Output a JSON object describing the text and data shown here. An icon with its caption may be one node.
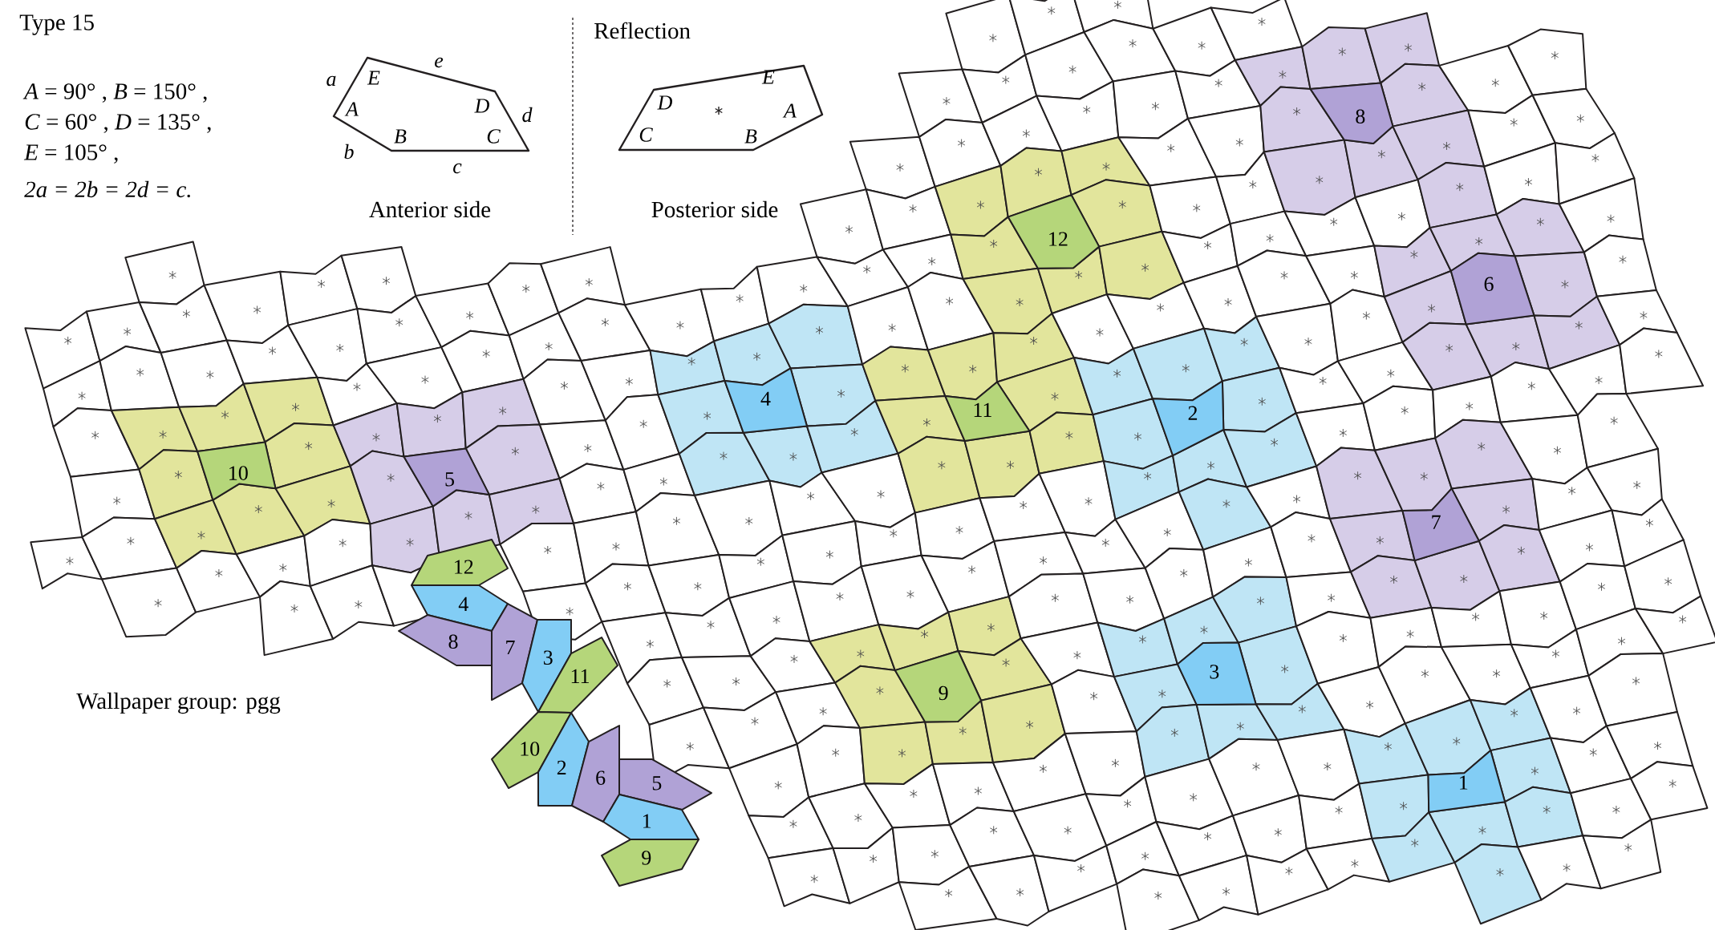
{
  "diagram": {
    "title": "Type 15",
    "nodes": [
      {
        "text": [
          "E",
          "A",
          "D",
          "B",
          "C"
        ],
        "beside": [
          "a",
          "e",
          "d",
          "b",
          "c",
          "Anterior side"
        ]
      },
      {
        "text": [
          "E",
          "D",
          "A",
          "C",
          "B"
        ],
        "beside": [
          "Posterior side"
        ]
      },
      {
        "text": [
          "8"
        ]
      },
      {
        "text": [
          "12"
        ]
      },
      {
        "text": [
          "6"
        ]
      },
      {
        "text": [
          "4"
        ]
      },
      {
        "text": [
          "2"
        ]
      },
      {
        "text": [
          "11"
        ]
      },
      {
        "text": [
          "5"
        ]
      },
      {
        "text": [
          "10"
        ]
      },
      {
        "text": [
          "7"
        ]
      },
      {
        "text": [
          "9"
        ]
      },
      {
        "text": [
          "3"
        ]
      },
      {
        "text": [
          "1"
        ]
      },
      {
        "text": [
          "12"
        ]
      },
      {
        "text": [
          "4"
        ]
      },
      {
        "text": [
          "8"
        ]
      },
      {
        "text": [
          "7"
        ]
      },
      {
        "text": [
          "3"
        ]
      },
      {
        "text": [
          "11"
        ]
      },
      {
        "text": [
          "10"
        ]
      },
      {
        "text": [
          "2"
        ]
      },
      {
        "text": [
          "6"
        ]
      },
      {
        "text": [
          "5"
        ]
      },
      {
        "text": [
          "1"
        ]
      },
      {
        "text": [
          "9"
        ]
      }
    ],
    "labels": [
      "*A* = 90° , *B* = 150° ,",
      "*C* = 60° , *D* = 135° ,",
      "*E* = 105° ,",
      "2a = 2b = 2d = c.",
      "Reflection",
      "Wallpaper group: pgg"
    ]
  }
}
